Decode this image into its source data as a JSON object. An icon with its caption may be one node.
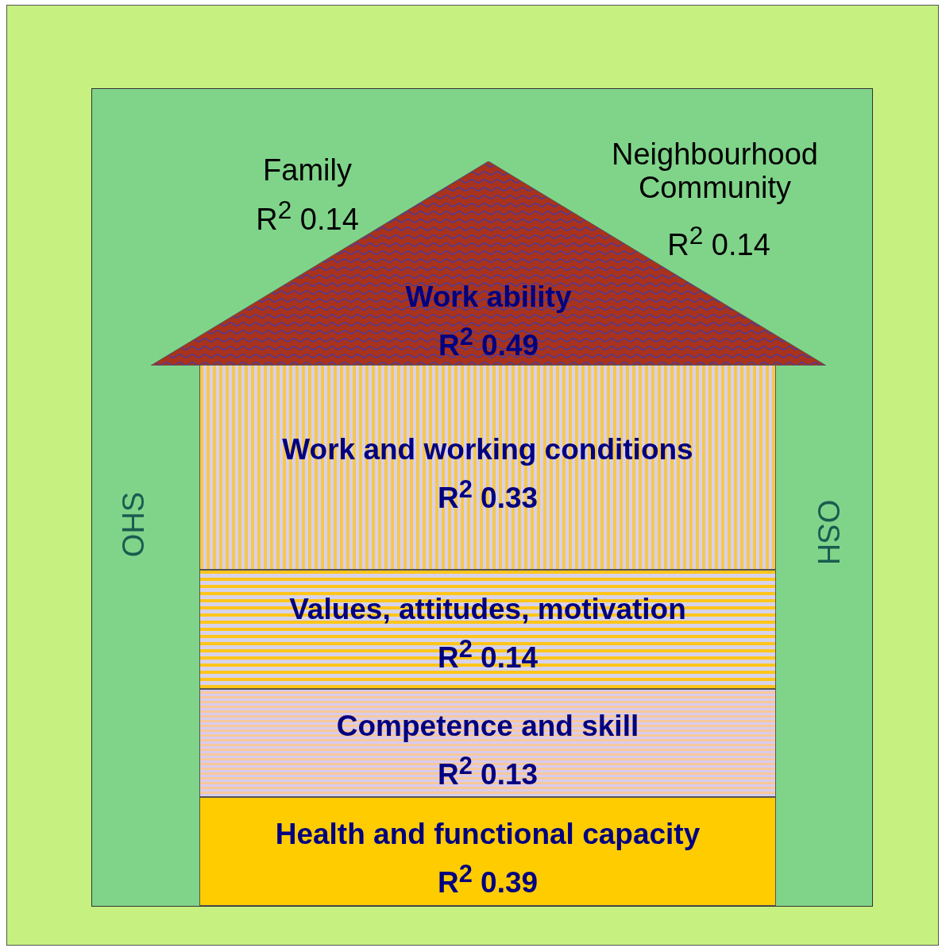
{
  "diagram": {
    "nodes": [
      {
        "text": [
          "Work ability",
          "R$^{2}$ 0.49"
        ]
      },
      {
        "text": [
          "Work and working conditions",
          "R$^{2}$ 0.33"
        ]
      },
      {
        "text": [
          "Values, attitudes, motivation",
          "R$^{2}$ 0.14"
        ]
      },
      {
        "text": [
          "Competence and skill",
          "R$^{2}$ 0.13"
        ]
      },
      {
        "text": [
          "Health and functional capacity",
          "R$^{2}$ 0.39"
        ]
      }
    ],
    "labels": [
      "Family",
      "R$^{2}$ 0.14",
      "Neighbourhood Community",
      "R$^{2}$ 0.14",
      "OHS",
      "OSH"
    ]
  }
}
